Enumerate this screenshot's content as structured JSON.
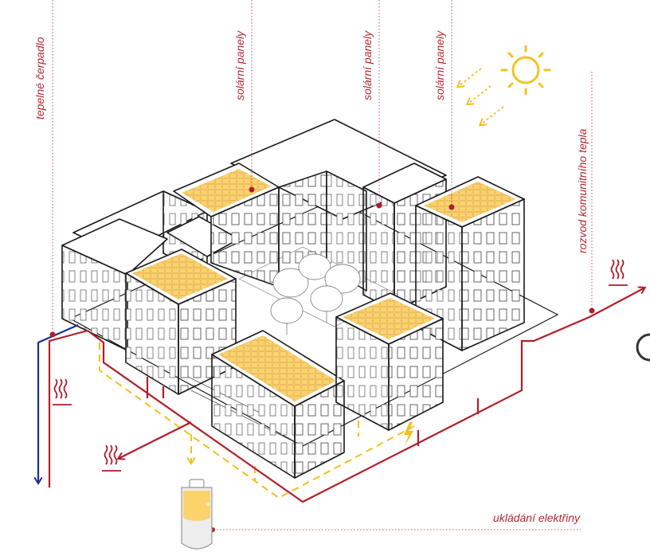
{
  "labels": {
    "heat_pump": "tepelné čerpadlo",
    "solar_1": "solární panely",
    "solar_2": "solární panely",
    "solar_3": "solární panely",
    "district_heating": "rozvod komunitního tepla",
    "electricity_storage": "ukládání elektřiny"
  },
  "colors": {
    "heat_line": "#b01e2a",
    "cold_line": "#1b2f9e",
    "energy_line": "#f2c01c",
    "label": "#b3262f",
    "sun": "#f7c21a",
    "panel_fill": "#fbd36b"
  },
  "icons": {
    "heat": "heat-waves-icon",
    "sun": "sun-icon",
    "battery": "battery-icon",
    "lightning": "lightning-icon"
  }
}
